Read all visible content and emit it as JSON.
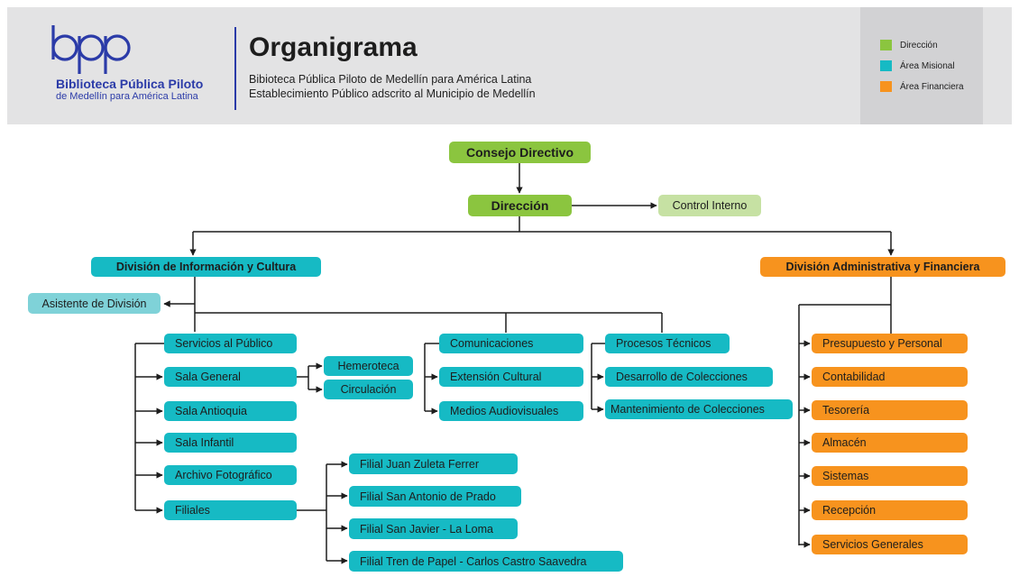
{
  "header": {
    "logo_mark": "bpp",
    "logo_line1": "Biblioteca Pública Piloto",
    "logo_line2": "de Medellín para América Latina",
    "title": "Organigrama",
    "subtitle1": "Bibioteca  Pública Piloto de Medellín para América Latina",
    "subtitle2": "Establecimiento Público adscrito al Municipio de Medellín"
  },
  "legend": [
    {
      "label": "Dirección",
      "color": "#8bc53f"
    },
    {
      "label": "Área Misional",
      "color": "#16bac4"
    },
    {
      "label": "Área Financiera",
      "color": "#f7931e"
    }
  ],
  "nodes": {
    "consejo": "Consejo Directivo",
    "direccion": "Dirección",
    "control": "Control Interno",
    "div_info": "División de Información y Cultura",
    "div_admin": "División Administrativa y Financiera",
    "asistente": "Asistente de División",
    "servicios_publico": "Servicios al Público",
    "sala_general": "Sala General",
    "hemeroteca": "Hemeroteca",
    "circulacion": "Circulación",
    "sala_antioquia": "Sala Antioquia",
    "sala_infantil": "Sala Infantil",
    "archivo": "Archivo Fotográfico",
    "filiales": "Filiales",
    "filial_juan": "Filial Juan Zuleta Ferrer",
    "filial_prado": "Filial San Antonio de Prado",
    "filial_javier": "Filial San Javier - La Loma",
    "filial_tren": "Filial Tren de Papel - Carlos Castro Saavedra",
    "comunicaciones": "Comunicaciones",
    "extension": "Extensión Cultural",
    "medios": "Medios Audiovisuales",
    "procesos": "Procesos Técnicos",
    "desarrollo": "Desarrollo de Colecciones",
    "mantenimiento": "Mantenimiento de Colecciones",
    "presupuesto": "Presupuesto y Personal",
    "contabilidad": "Contabilidad",
    "tesoreria": "Tesorería",
    "almacen": "Almacén",
    "sistemas": "Sistemas",
    "recepcion": "Recepción",
    "servicios_generales": "Servicios Generales"
  }
}
